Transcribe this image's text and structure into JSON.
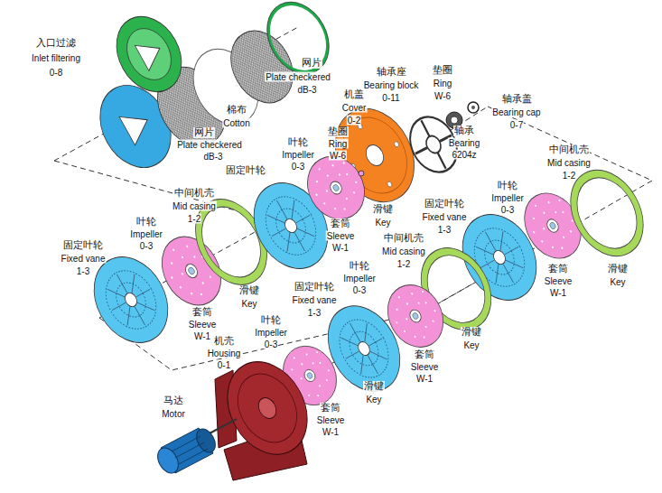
{
  "diagram": {
    "labels": [
      "入口过滤",
      "Inlet filtering",
      "0-8",
      "网片",
      "Plate checkered",
      "dB-3",
      "机盖",
      "Cover",
      "0-2",
      "轴承座",
      "Bearing block",
      "0-11",
      "垫圈",
      "Ring",
      "W-6",
      "轴承",
      "Bearing",
      "6204z",
      "轴承盖",
      "Bearing cap",
      "0-7",
      "棉布",
      "Cotton",
      "网片",
      "Plate checkered",
      "dB-3",
      "叶轮",
      "Impeller",
      "0-3",
      "垫圈",
      "Ring",
      "W-6",
      "固定叶轮",
      "中间机壳",
      "Mid casing",
      "1-2",
      "中间机壳",
      "Mid casing",
      "1-2",
      "叶轮",
      "Impeller",
      "0-3",
      "叶轮",
      "Impeller",
      "0-3",
      "滑键",
      "Key",
      "套筒",
      "Sleeve",
      "W-1",
      "固定叶轮",
      "Fixed vane",
      "1-3",
      "中间机壳",
      "Mid casing",
      "1-2",
      "固定叶轮",
      "Fixed vane",
      "1-3",
      "叶轮",
      "Impeller",
      "0-3",
      "套筒",
      "Sleeve",
      "W-1",
      "滑键",
      "Key",
      "滑键",
      "Key",
      "固定叶轮",
      "Fixed vane",
      "1-3",
      "套筒",
      "Sleeve",
      "W-1",
      "叶轮",
      "Impeller",
      "0-3",
      "滑键",
      "Key",
      "机壳",
      "Housing",
      "0-1",
      "套筒",
      "Sleeve",
      "W-1",
      "滑键",
      "Key",
      "套筒",
      "Sleeve",
      "W-1",
      "马达",
      "Motor"
    ]
  }
}
